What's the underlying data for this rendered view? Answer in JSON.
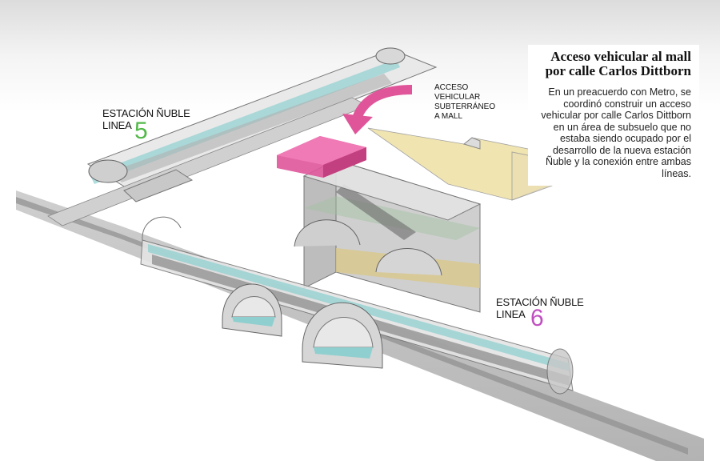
{
  "labels": {
    "station5_name": "ESTACIÓN ÑUBLE",
    "station5_line": "LINEA",
    "station5_number": "5",
    "station6_name": "ESTACIÓN ÑUBLE",
    "station6_line": "LINEA",
    "station6_number": "6",
    "access_lines": [
      "ACCESO",
      "VEHICULAR",
      "SUBTERRÁNEO",
      "A MALL"
    ]
  },
  "info_box": {
    "title_line1": "Acceso vehicular al mall",
    "title_line2": "por calle Carlos Dittborn",
    "body": "En un preacuerdo con Metro, se coordinó construir un acceso vehicular por calle Carlos Dittborn en un área de subsuelo que no estaba siendo ocupado por el desarrollo de la nueva estación Ñuble y la conexión entre ambas líneas."
  },
  "colors": {
    "line5": "#52b848",
    "line6": "#c04fc0",
    "access_highlight": "#e0559a",
    "track_teal": "#6fb8b8",
    "mall_yellow": "#efe2a8"
  }
}
